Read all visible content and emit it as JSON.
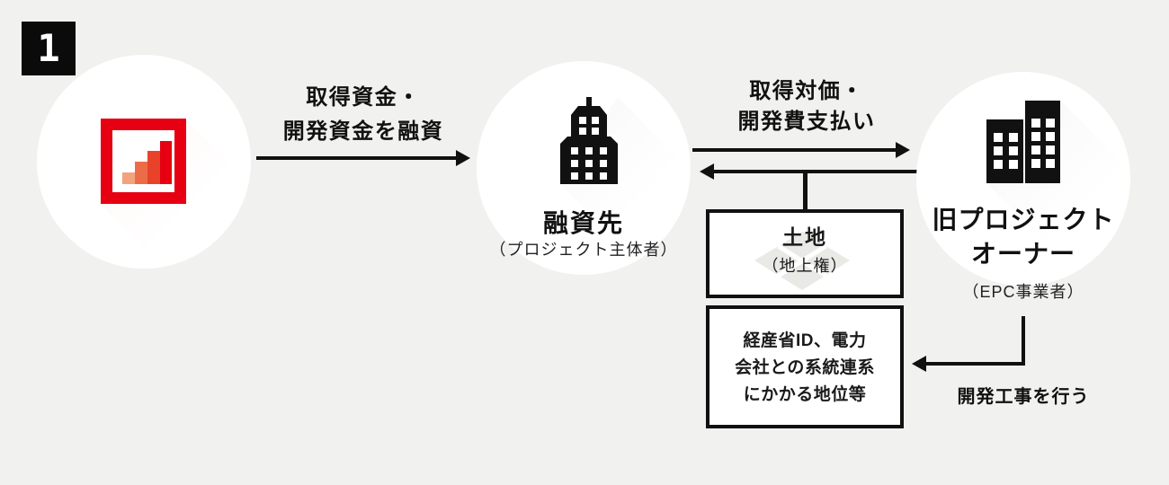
{
  "page": {
    "background_color": "#f1f1ef",
    "ink_color": "#111111"
  },
  "badge": {
    "number": "1"
  },
  "nodes": {
    "bank": {
      "icon": "bar-chart-logo",
      "logo_frame_color": "#e60012",
      "logo_bar_colors": [
        "#f2a37e",
        "#ed6c48",
        "#e8432a",
        "#e60012"
      ]
    },
    "borrower": {
      "icon": "office-building",
      "title": "融資先",
      "subtitle": "（プロジェクト主体者）"
    },
    "old_owner": {
      "icon": "two-buildings",
      "title_line1": "旧プロジェクト",
      "title_line2": "オーナー",
      "subtitle": "（EPC事業者）"
    }
  },
  "arrows": {
    "loan": {
      "label_line1": "取得資金・",
      "label_line2": "開発資金を融資",
      "from": "bank",
      "to": "borrower"
    },
    "payment": {
      "label_line1": "取得対価・",
      "label_line2": "開発費支払い",
      "from": "borrower",
      "to": "old_owner"
    },
    "transfer": {
      "from": "old_owner",
      "to": "borrower"
    },
    "construction": {
      "label": "開発工事を行う",
      "from": "old_owner",
      "to": "rights_box"
    }
  },
  "boxes": {
    "land": {
      "title": "土地",
      "subtitle": "（地上権）"
    },
    "rights": {
      "line1": "経産省ID、電力",
      "line2": "会社との系統連系",
      "line3": "にかかる地位等"
    }
  }
}
